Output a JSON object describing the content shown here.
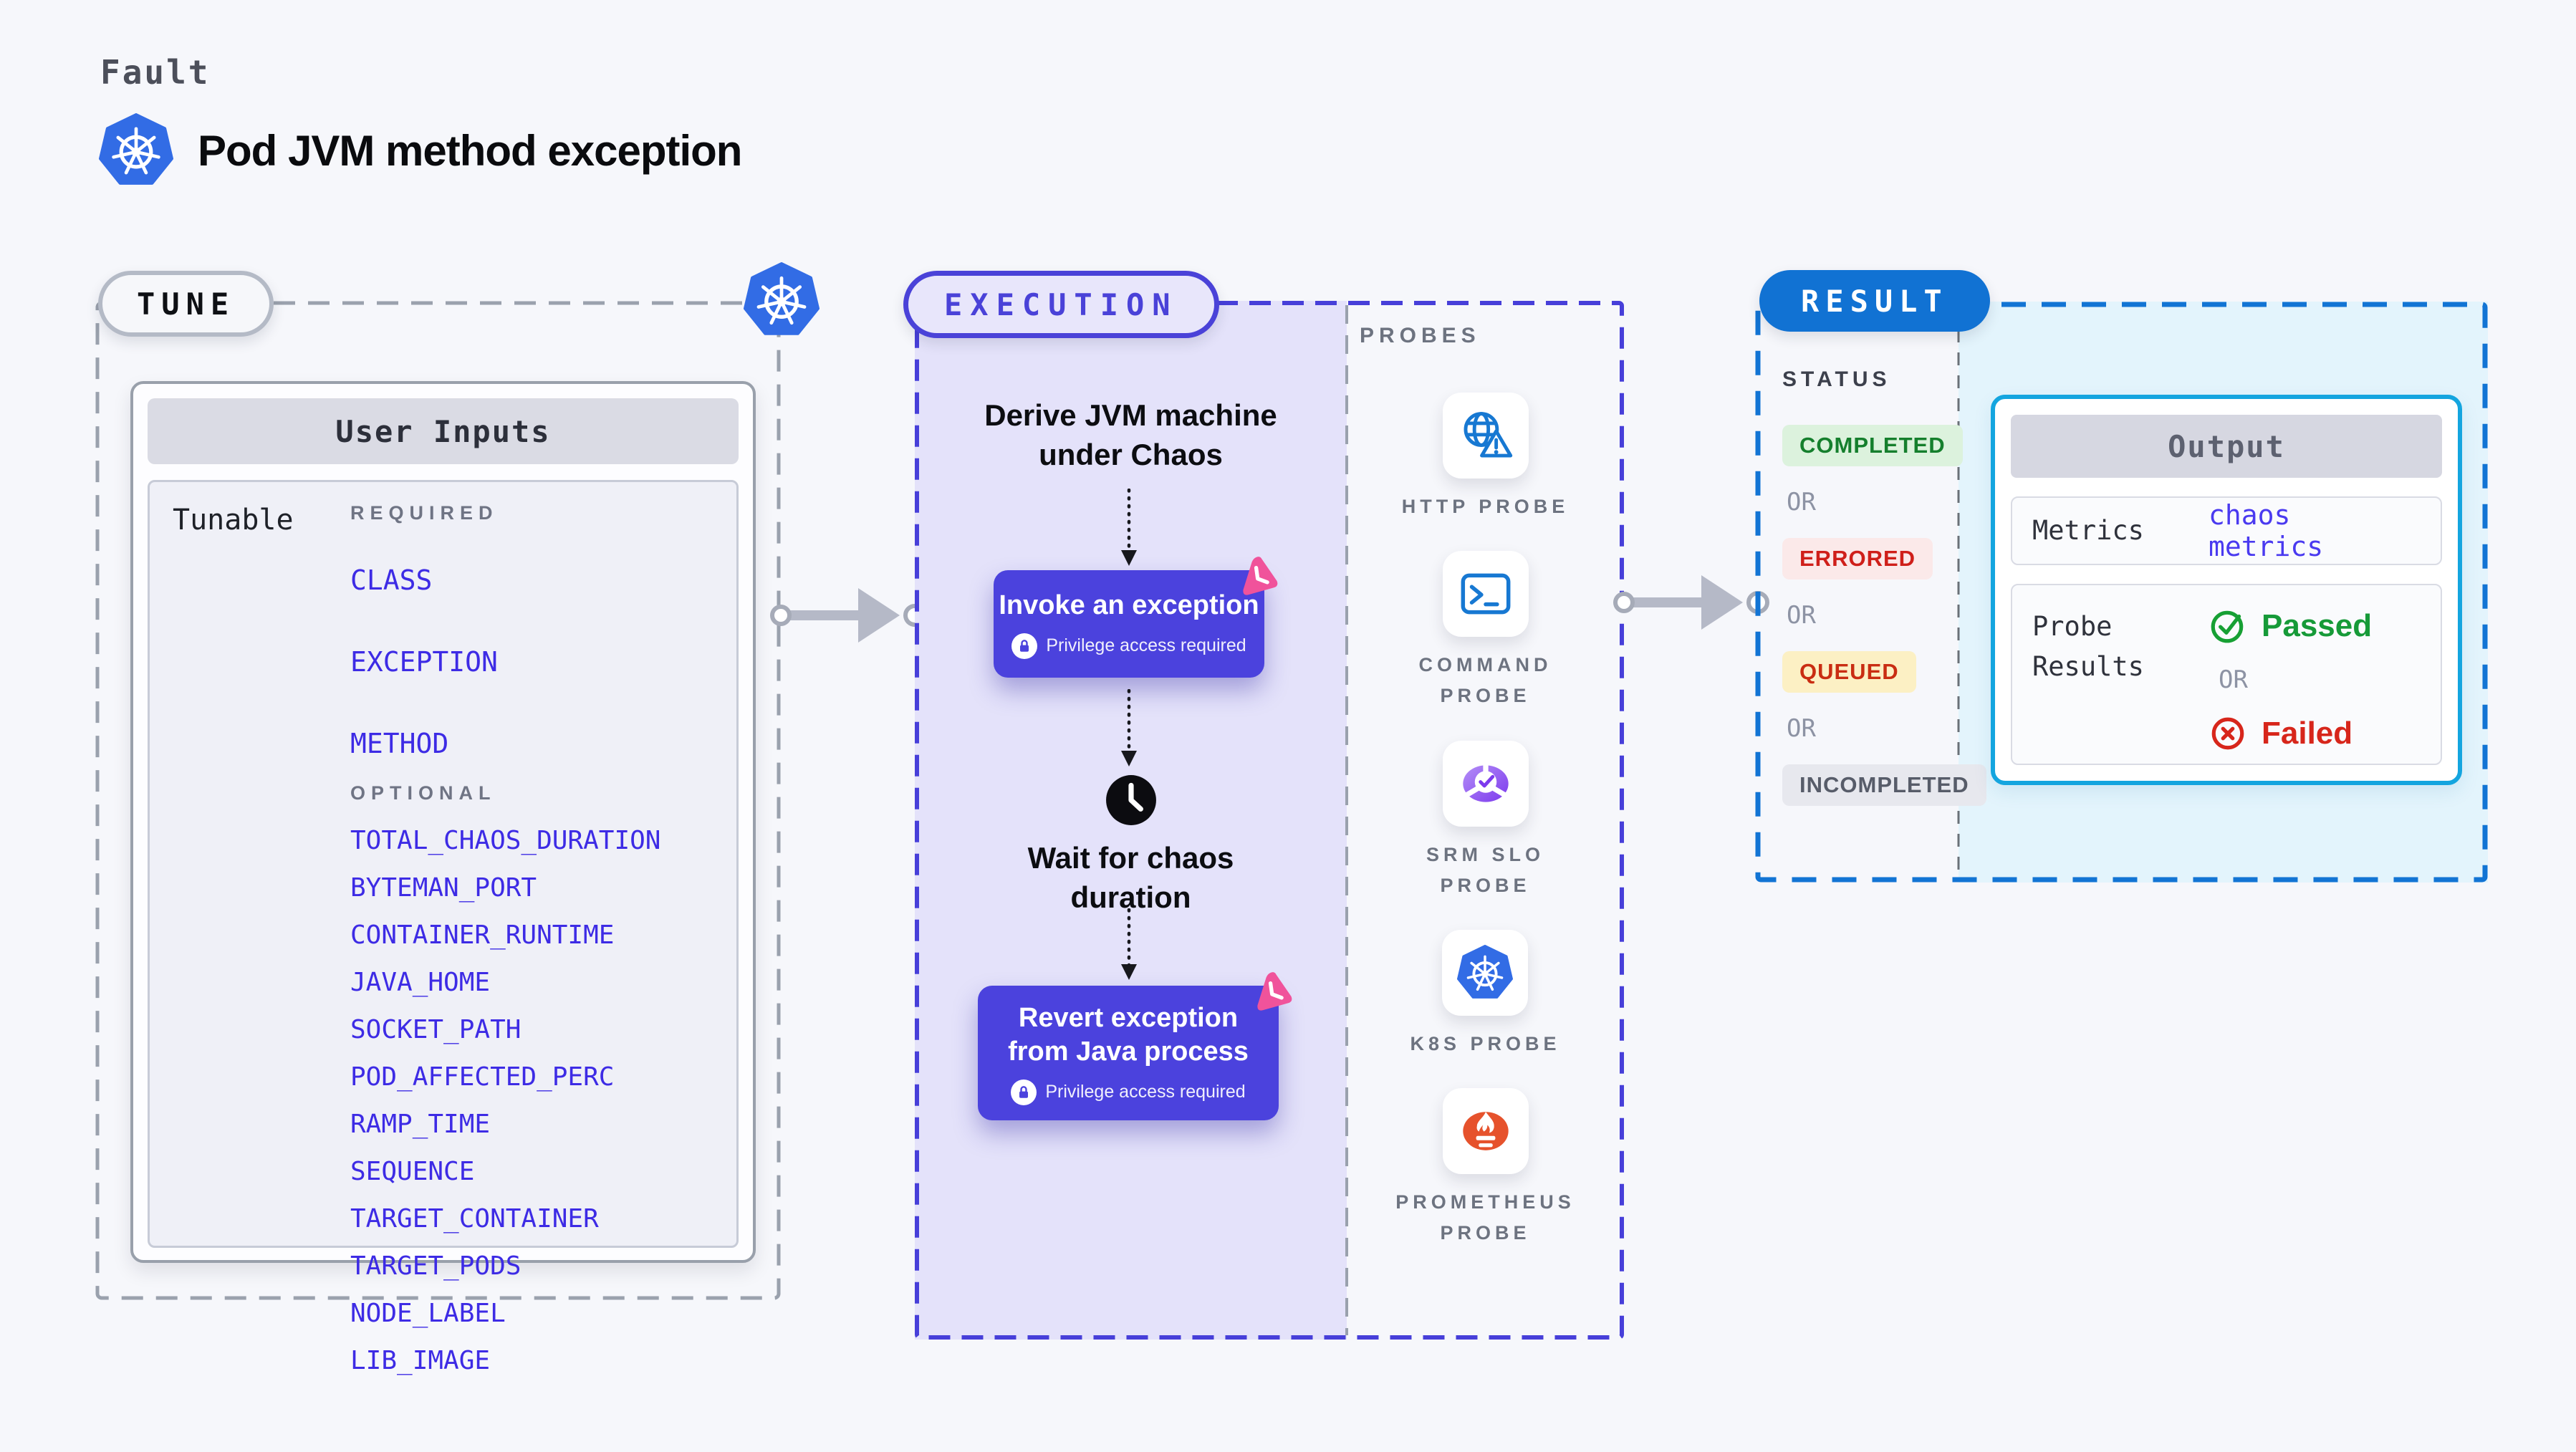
{
  "colors": {
    "page_bg": "#F6F7FB",
    "indigo_accent": "#4A42D8",
    "indigo_node": "#4B42DD",
    "execution_bg": "#E4E2FA",
    "param_blue": "#3D2BE5",
    "result_blue": "#1172D3",
    "output_cyan_border": "#14A5DF",
    "output_area_bg": "#E3F4FC",
    "kubernetes_blue": "#326CE5",
    "chaos_pink": "#F0539B",
    "prometheus_orange": "#E6522C",
    "passed_green": "#169A38",
    "failed_red": "#D7261B"
  },
  "header": {
    "kicker": "Fault",
    "title": "Pod JVM method exception",
    "icon": "kubernetes-icon"
  },
  "tune": {
    "badge": "TUNE",
    "corner_icon": "kubernetes-icon",
    "card_title": "User Inputs",
    "row_label": "Tunable",
    "required_label": "REQUIRED",
    "optional_label": "OPTIONAL",
    "required_params": [
      "CLASS",
      "EXCEPTION",
      "METHOD"
    ],
    "optional_params": [
      "TOTAL_CHAOS_DURATION",
      "BYTEMAN_PORT",
      "CONTAINER_RUNTIME",
      "JAVA_HOME",
      "SOCKET_PATH",
      "POD_AFFECTED_PERC",
      "RAMP_TIME",
      "SEQUENCE",
      "TARGET_CONTAINER",
      "TARGET_PODS",
      "NODE_LABEL",
      "LIB_IMAGE"
    ]
  },
  "execution": {
    "badge": "EXECUTION",
    "derive": {
      "line1": "Derive JVM machine",
      "line2": "under Chaos"
    },
    "invoke": {
      "title": "Invoke an exception",
      "note": "Privilege access required",
      "note_icon": "lock-icon",
      "corner_icon": "chaos-pinwheel-icon"
    },
    "wait": {
      "line1": "Wait for chaos",
      "line2": "duration",
      "icon": "clock-icon"
    },
    "revert": {
      "line1": "Revert exception",
      "line2": "from Java process",
      "note": "Privilege access required",
      "note_icon": "lock-icon",
      "corner_icon": "chaos-pinwheel-icon"
    }
  },
  "probes": {
    "label": "PROBES",
    "items": [
      {
        "label": "HTTP PROBE",
        "icon": "globe-alert-icon"
      },
      {
        "label": "COMMAND PROBE",
        "icon": "terminal-icon"
      },
      {
        "label": "SRM SLO PROBE",
        "icon": "slo-gauge-icon"
      },
      {
        "label": "K8S PROBE",
        "icon": "kubernetes-icon"
      },
      {
        "label": "PROMETHEUS PROBE",
        "icon": "prometheus-icon"
      }
    ]
  },
  "result": {
    "badge": "RESULT",
    "status_label": "STATUS",
    "or_label": "OR",
    "statuses": [
      {
        "label": "COMPLETED",
        "fg": "#157F2D",
        "bg": "#DCF2DD"
      },
      {
        "label": "ERRORED",
        "fg": "#CF1F1A",
        "bg": "#FBE9E9"
      },
      {
        "label": "QUEUED",
        "fg": "#C92D12",
        "bg": "#FCF0C4"
      },
      {
        "label": "INCOMPLETED",
        "fg": "#575C69",
        "bg": "#E7E8EE"
      }
    ],
    "output": {
      "title": "Output",
      "metrics_label": "Metrics",
      "metrics_value": "chaos metrics",
      "probe_results_label": "Probe Results",
      "passed_label": "Passed",
      "or_label": "OR",
      "failed_label": "Failed",
      "passed_icon": "check-circle-icon",
      "failed_icon": "x-circle-icon"
    }
  }
}
